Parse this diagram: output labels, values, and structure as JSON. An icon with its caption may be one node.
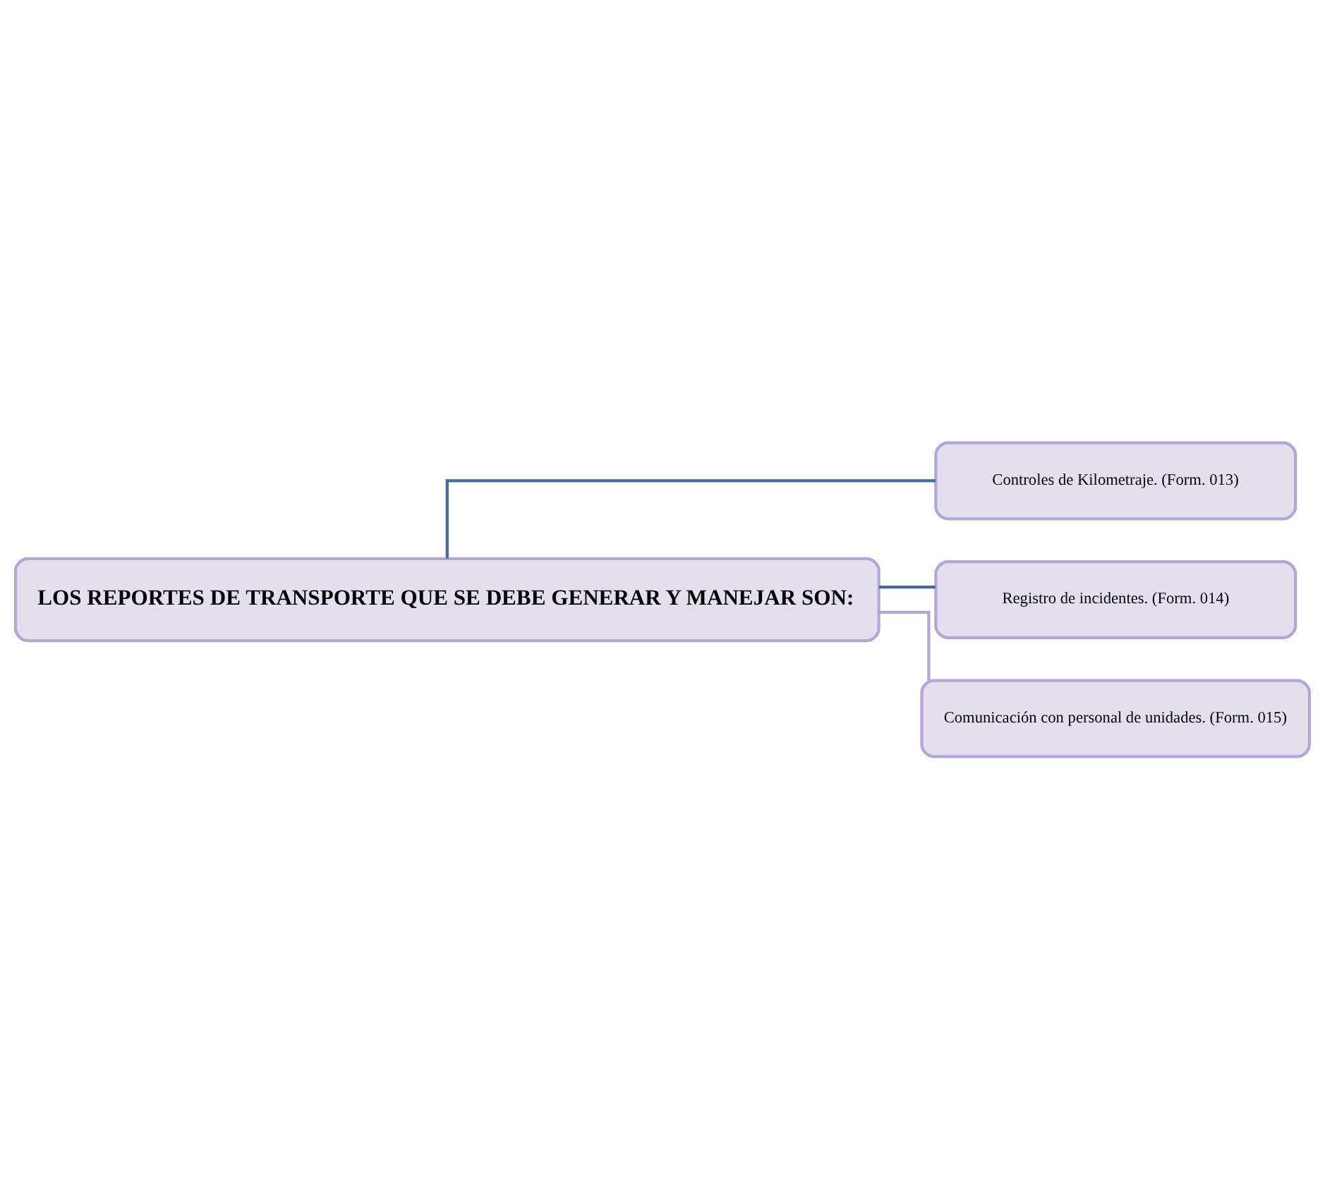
{
  "diagram": {
    "nodes": [
      {
        "text": [
          "LOS REPORTES DE TRANSPORTE QUE SE DEBE GENERAR Y MANEJAR SON:"
        ]
      },
      {
        "text": [
          "Controles de Kilometraje. (Form. 013)"
        ]
      },
      {
        "text": [
          "Registro de incidentes. (Form. 014)"
        ]
      },
      {
        "text": [
          "Comunicación con personal de unidades. (Form. 015)"
        ]
      }
    ],
    "edges": [
      {
        "from": 0,
        "to": 1,
        "arrow": "none"
      },
      {
        "from": 0,
        "to": 2,
        "arrow": "none"
      },
      {
        "from": 0,
        "to": 3,
        "arrow": "none",
        "color": "#b4a7d6"
      }
    ]
  }
}
